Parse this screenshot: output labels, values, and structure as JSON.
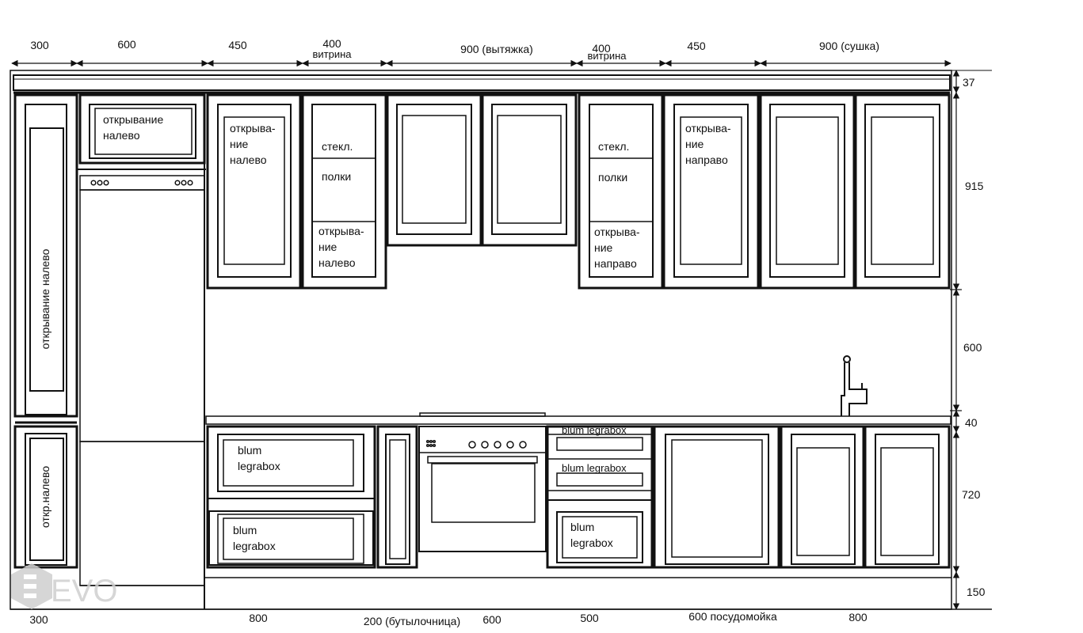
{
  "top_dims": [
    "300",
    "600",
    "450",
    "400",
    "900 (вытяжка)",
    "400",
    "450",
    "900 (сушка)"
  ],
  "top_dims_sub": {
    "d3": "витрина",
    "d5": "витрина"
  },
  "right_dims": [
    "37",
    "915",
    "600",
    "40",
    "720",
    "150"
  ],
  "bottom_dims": [
    "300",
    "800",
    "200 (бутылочница)",
    "600",
    "500",
    "600 посудомойка",
    "800"
  ],
  "labels": {
    "tall_upper": "открывание налево",
    "tall_lower": "откр.налево",
    "fridge_top_1": "открывание",
    "fridge_top_2": "налево",
    "u450a_1": "открыва-",
    "u450a_2": "ние",
    "u450a_3": "налево",
    "vitr_a_1": "стекл.",
    "vitr_a_2": "полки",
    "vitr_a_3": "открыва-",
    "vitr_a_4": "ние",
    "vitr_a_5": "налево",
    "vitr_b_1": "стекл.",
    "vitr_b_2": "полки",
    "vitr_b_3": "открыва-",
    "vitr_b_4": "ние",
    "vitr_b_5": "направо",
    "u450b_1": "открыва-",
    "u450b_2": "ние",
    "u450b_3": "направо",
    "drawer_800_top_1": "blum",
    "drawer_800_top_2": "legrabox",
    "drawer_800_bot_1": "blum",
    "drawer_800_bot_2": "legrabox",
    "drawer_500_1": "blum legrabox",
    "drawer_500_2": "blum legrabox",
    "drawer_500_3a": "blum",
    "drawer_500_3b": "legrabox"
  },
  "watermark": "EVO"
}
